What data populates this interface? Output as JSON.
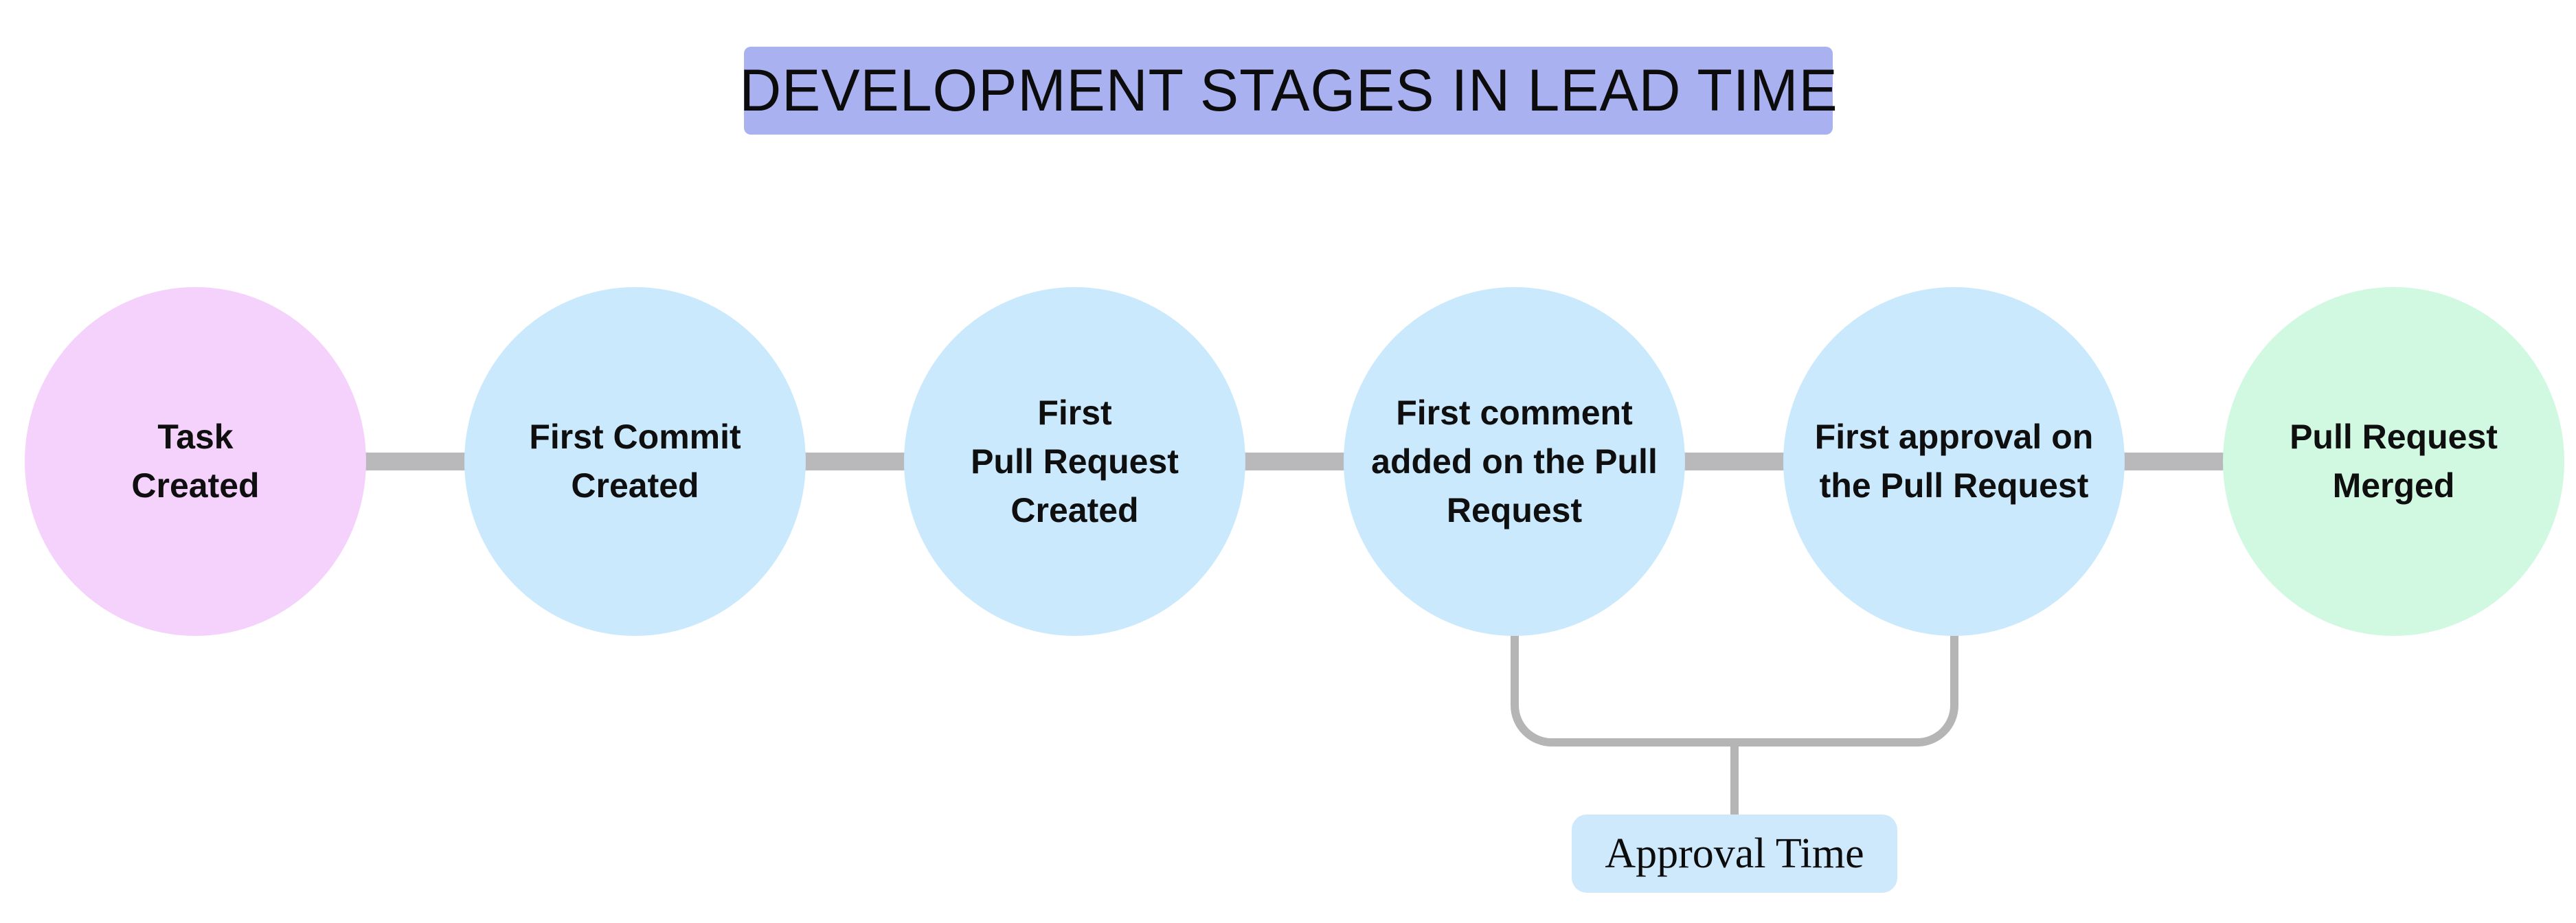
{
  "title": {
    "text": "DEVELOPMENT STAGES IN LEAD TIME"
  },
  "stages": [
    {
      "label": "Task\nCreated",
      "fill": "#f5d2fb"
    },
    {
      "label": "First Commit\nCreated",
      "fill": "#cbe9fd"
    },
    {
      "label": "First\nPull Request\nCreated",
      "fill": "#cbe9fd"
    },
    {
      "label": "First comment\nadded on the Pull\nRequest",
      "fill": "#cbe9fd"
    },
    {
      "label": "First approval on\nthe Pull Request",
      "fill": "#cbe9fd"
    },
    {
      "label": "Pull Request\nMerged",
      "fill": "#d1f8e1"
    }
  ],
  "annotation": {
    "label": "Approval Time",
    "fill": "#cfe9fc"
  },
  "colors": {
    "background": "#ffffff",
    "title_bg": "#a9b1f1",
    "connector": "#b9b9bb",
    "bracket": "#b5b5b5",
    "text": "#0f0f0f"
  }
}
